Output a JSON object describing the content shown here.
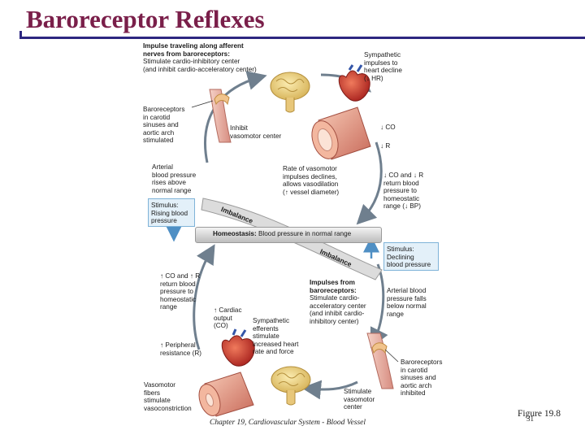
{
  "slide": {
    "title": "Baroreceptor Reflexes",
    "footer": "Chapter 19, Cardiovascular System - Blood Vessel",
    "figure_label": "Figure 19.8",
    "page_number": "31"
  },
  "diagram": {
    "top_impulse": "Impulse traveling along afferent\nnerves from baroreceptors:",
    "top_impulse_detail": "Stimulate cardio-inhibitory center\n(and inhibit cardio-acceleratory center)",
    "sympathetic_decline": "Sympathetic\nimpulses to\nheart decline\n(↓ HR)",
    "baroreceptors_top": "Baroreceptors\nin carotid\nsinuses and\naortic arch\nstimulated",
    "inhibit_vasomotor": "Inhibit\nvasomotor center",
    "co_down": "↓ CO",
    "r_down": "↓ R",
    "arterial_rises": "Arterial\nblood pressure\nrises above\nnormal range",
    "vasomotor_decline": "Rate of vasomotor\nimpulses declines,\nallows vasodilation\n(↑ vessel diameter)",
    "co_r_return_down": "↓ CO and ↓ R\nreturn blood\npressure to\nhomeostatic\nrange (↓ BP)",
    "stimulus_rising": "Stimulus:\nRising blood\npressure",
    "imbalance_top": "Imbalance",
    "homeostasis_label": "Homeostasis:",
    "homeostasis_text": " Blood pressure in normal range",
    "imbalance_bottom": "Imbalance",
    "stimulus_declining": "Stimulus:\nDeclining\nblood pressure",
    "co_r_return_up": "↑ CO and ↑ R\nreturn blood\npressure to\nhomeostatic\nrange",
    "impulses_from": "Impulses from\nbaroreceptors:",
    "impulses_detail": "Stimulate cardio-\nacceleratory center\n(and inhibit cardio-\ninhibitory center)",
    "arterial_falls": "Arterial blood\npressure falls\nbelow normal\nrange",
    "cardiac_output": "↑ Cardiac\noutput\n(CO)",
    "sympathetic_efferents": "Sympathetic\nefferents\nstimulate\nincreased heart\nrate and force",
    "peripheral_resistance": "↑ Peripheral\nresistance (R)",
    "baroreceptors_bottom": "Baroreceptors\nin carotid\nsinuses and\naortic arch\ninhibited",
    "vasomotor_fibers": "Vasomotor\nfibers\nstimulate\nvasoconstriction",
    "stimulate_vasomotor": "Stimulate\nvasomotor\ncenter"
  },
  "colors": {
    "title": "#7a1f4a",
    "rule": "#2d2680",
    "stimulus_box": "#e3f0f9",
    "cycle_arrow": "#6f7f8e"
  }
}
